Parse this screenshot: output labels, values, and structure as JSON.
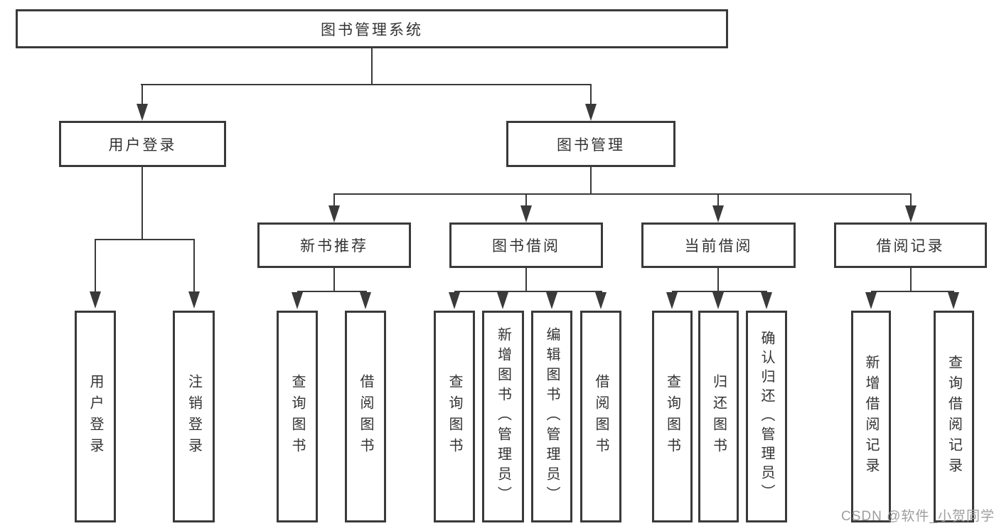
{
  "colors": {
    "line": "#3a3a3a",
    "text": "#333333",
    "background": "#ffffff",
    "watermark": "#9e9e9e"
  },
  "tree": {
    "root": "图书管理系统",
    "children": [
      {
        "label": "用户登录",
        "children": [
          "用户登录",
          "注销登录"
        ]
      },
      {
        "label": "图书管理",
        "children": [
          {
            "label": "新书推荐",
            "children": [
              "查询图书",
              "借阅图书"
            ]
          },
          {
            "label": "图书借阅",
            "children": [
              "查询图书",
              "新增图书（管理员）",
              "编辑图书（管理员）",
              "借阅图书"
            ]
          },
          {
            "label": "当前借阅",
            "children": [
              "查询图书",
              "归还图书",
              "确认归还（管理员）"
            ]
          },
          {
            "label": "借阅记录",
            "children": [
              "新增借阅记录",
              "查询借阅记录"
            ]
          }
        ]
      }
    ]
  },
  "watermark": "CSDN @软件_小贺同学"
}
